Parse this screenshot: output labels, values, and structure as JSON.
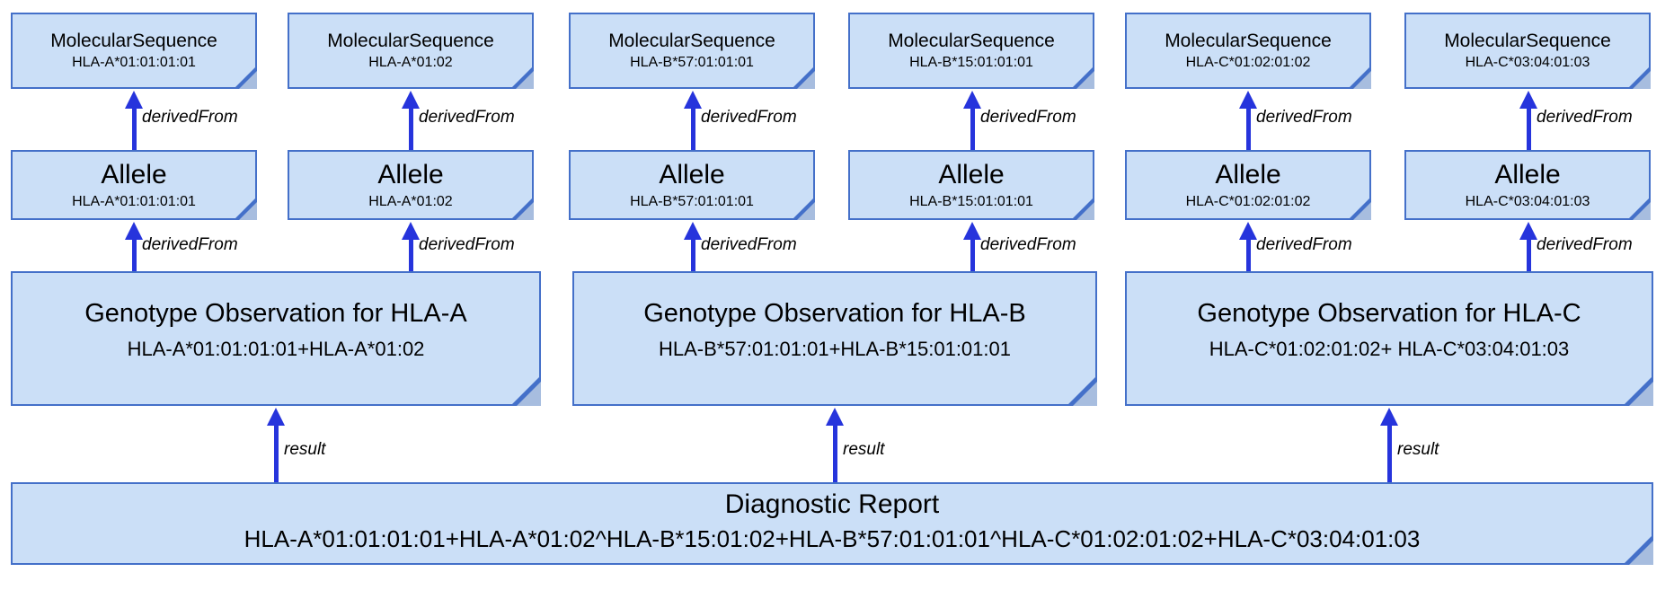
{
  "diagram": {
    "labels": {
      "derived_from": "derivedFrom",
      "result": "result"
    },
    "molecular_sequences": [
      {
        "title": "MolecularSequence",
        "value": "HLA-A*01:01:01:01"
      },
      {
        "title": "MolecularSequence",
        "value": "HLA-A*01:02"
      },
      {
        "title": "MolecularSequence",
        "value": "HLA-B*57:01:01:01"
      },
      {
        "title": "MolecularSequence",
        "value": "HLA-B*15:01:01:01"
      },
      {
        "title": "MolecularSequence",
        "value": "HLA-C*01:02:01:02"
      },
      {
        "title": "MolecularSequence",
        "value": "HLA-C*03:04:01:03"
      }
    ],
    "alleles": [
      {
        "title": "Allele",
        "value": "HLA-A*01:01:01:01"
      },
      {
        "title": "Allele",
        "value": "HLA-A*01:02"
      },
      {
        "title": "Allele",
        "value": "HLA-B*57:01:01:01"
      },
      {
        "title": "Allele",
        "value": "HLA-B*15:01:01:01"
      },
      {
        "title": "Allele",
        "value": "HLA-C*01:02:01:02"
      },
      {
        "title": "Allele",
        "value": "HLA-C*03:04:01:03"
      }
    ],
    "genotype_observations": [
      {
        "title": "Genotype Observation for HLA-A",
        "value": "HLA-A*01:01:01:01+HLA-A*01:02"
      },
      {
        "title": "Genotype Observation for HLA-B",
        "value": "HLA-B*57:01:01:01+HLA-B*15:01:01:01"
      },
      {
        "title": "Genotype Observation for HLA-C",
        "value": "HLA-C*01:02:01:02+ HLA-C*03:04:01:03"
      }
    ],
    "diagnostic_report": {
      "title": "Diagnostic Report",
      "value": "HLA-A*01:01:01:01+HLA-A*01:02^HLA-B*15:01:02+HLA-B*57:01:01:01^HLA-C*01:02:01:02+HLA-C*03:04:01:03"
    },
    "colors": {
      "box_fill": "#cbdff7",
      "box_border": "#4470c9",
      "arrow": "#2634dc",
      "fold_fill": "#a7bddf",
      "text": "#000000",
      "background": "#ffffff"
    }
  }
}
